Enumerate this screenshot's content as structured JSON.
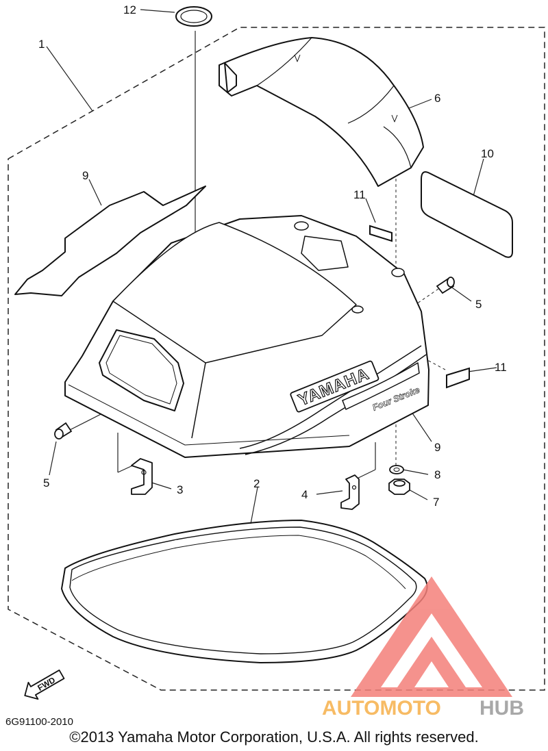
{
  "diagram": {
    "callouts": {
      "c1": "1",
      "c2": "2",
      "c3": "3",
      "c4": "4",
      "c5a": "5",
      "c5b": "5",
      "c6": "6",
      "c7": "7",
      "c8": "8",
      "c9a": "9",
      "c9b": "9",
      "c10": "10",
      "c11a": "11",
      "c11b": "11",
      "c12": "12"
    },
    "cowling_logo": "YAMAHA",
    "stroke_logo": "Four Stroke",
    "fwd_label": "FWD"
  },
  "footer": {
    "part_code": "6G91100-2010",
    "copyright": "©2013 Yamaha Motor Corporation, U.S.A. All rights reserved."
  },
  "watermark": {
    "brand_part1": "AUTOMOTO",
    "brand_part2": "HUB",
    "colors": {
      "triangle": "#f4807a",
      "text_orange": "#f6b04a",
      "text_gray": "#9a9a9a"
    }
  }
}
